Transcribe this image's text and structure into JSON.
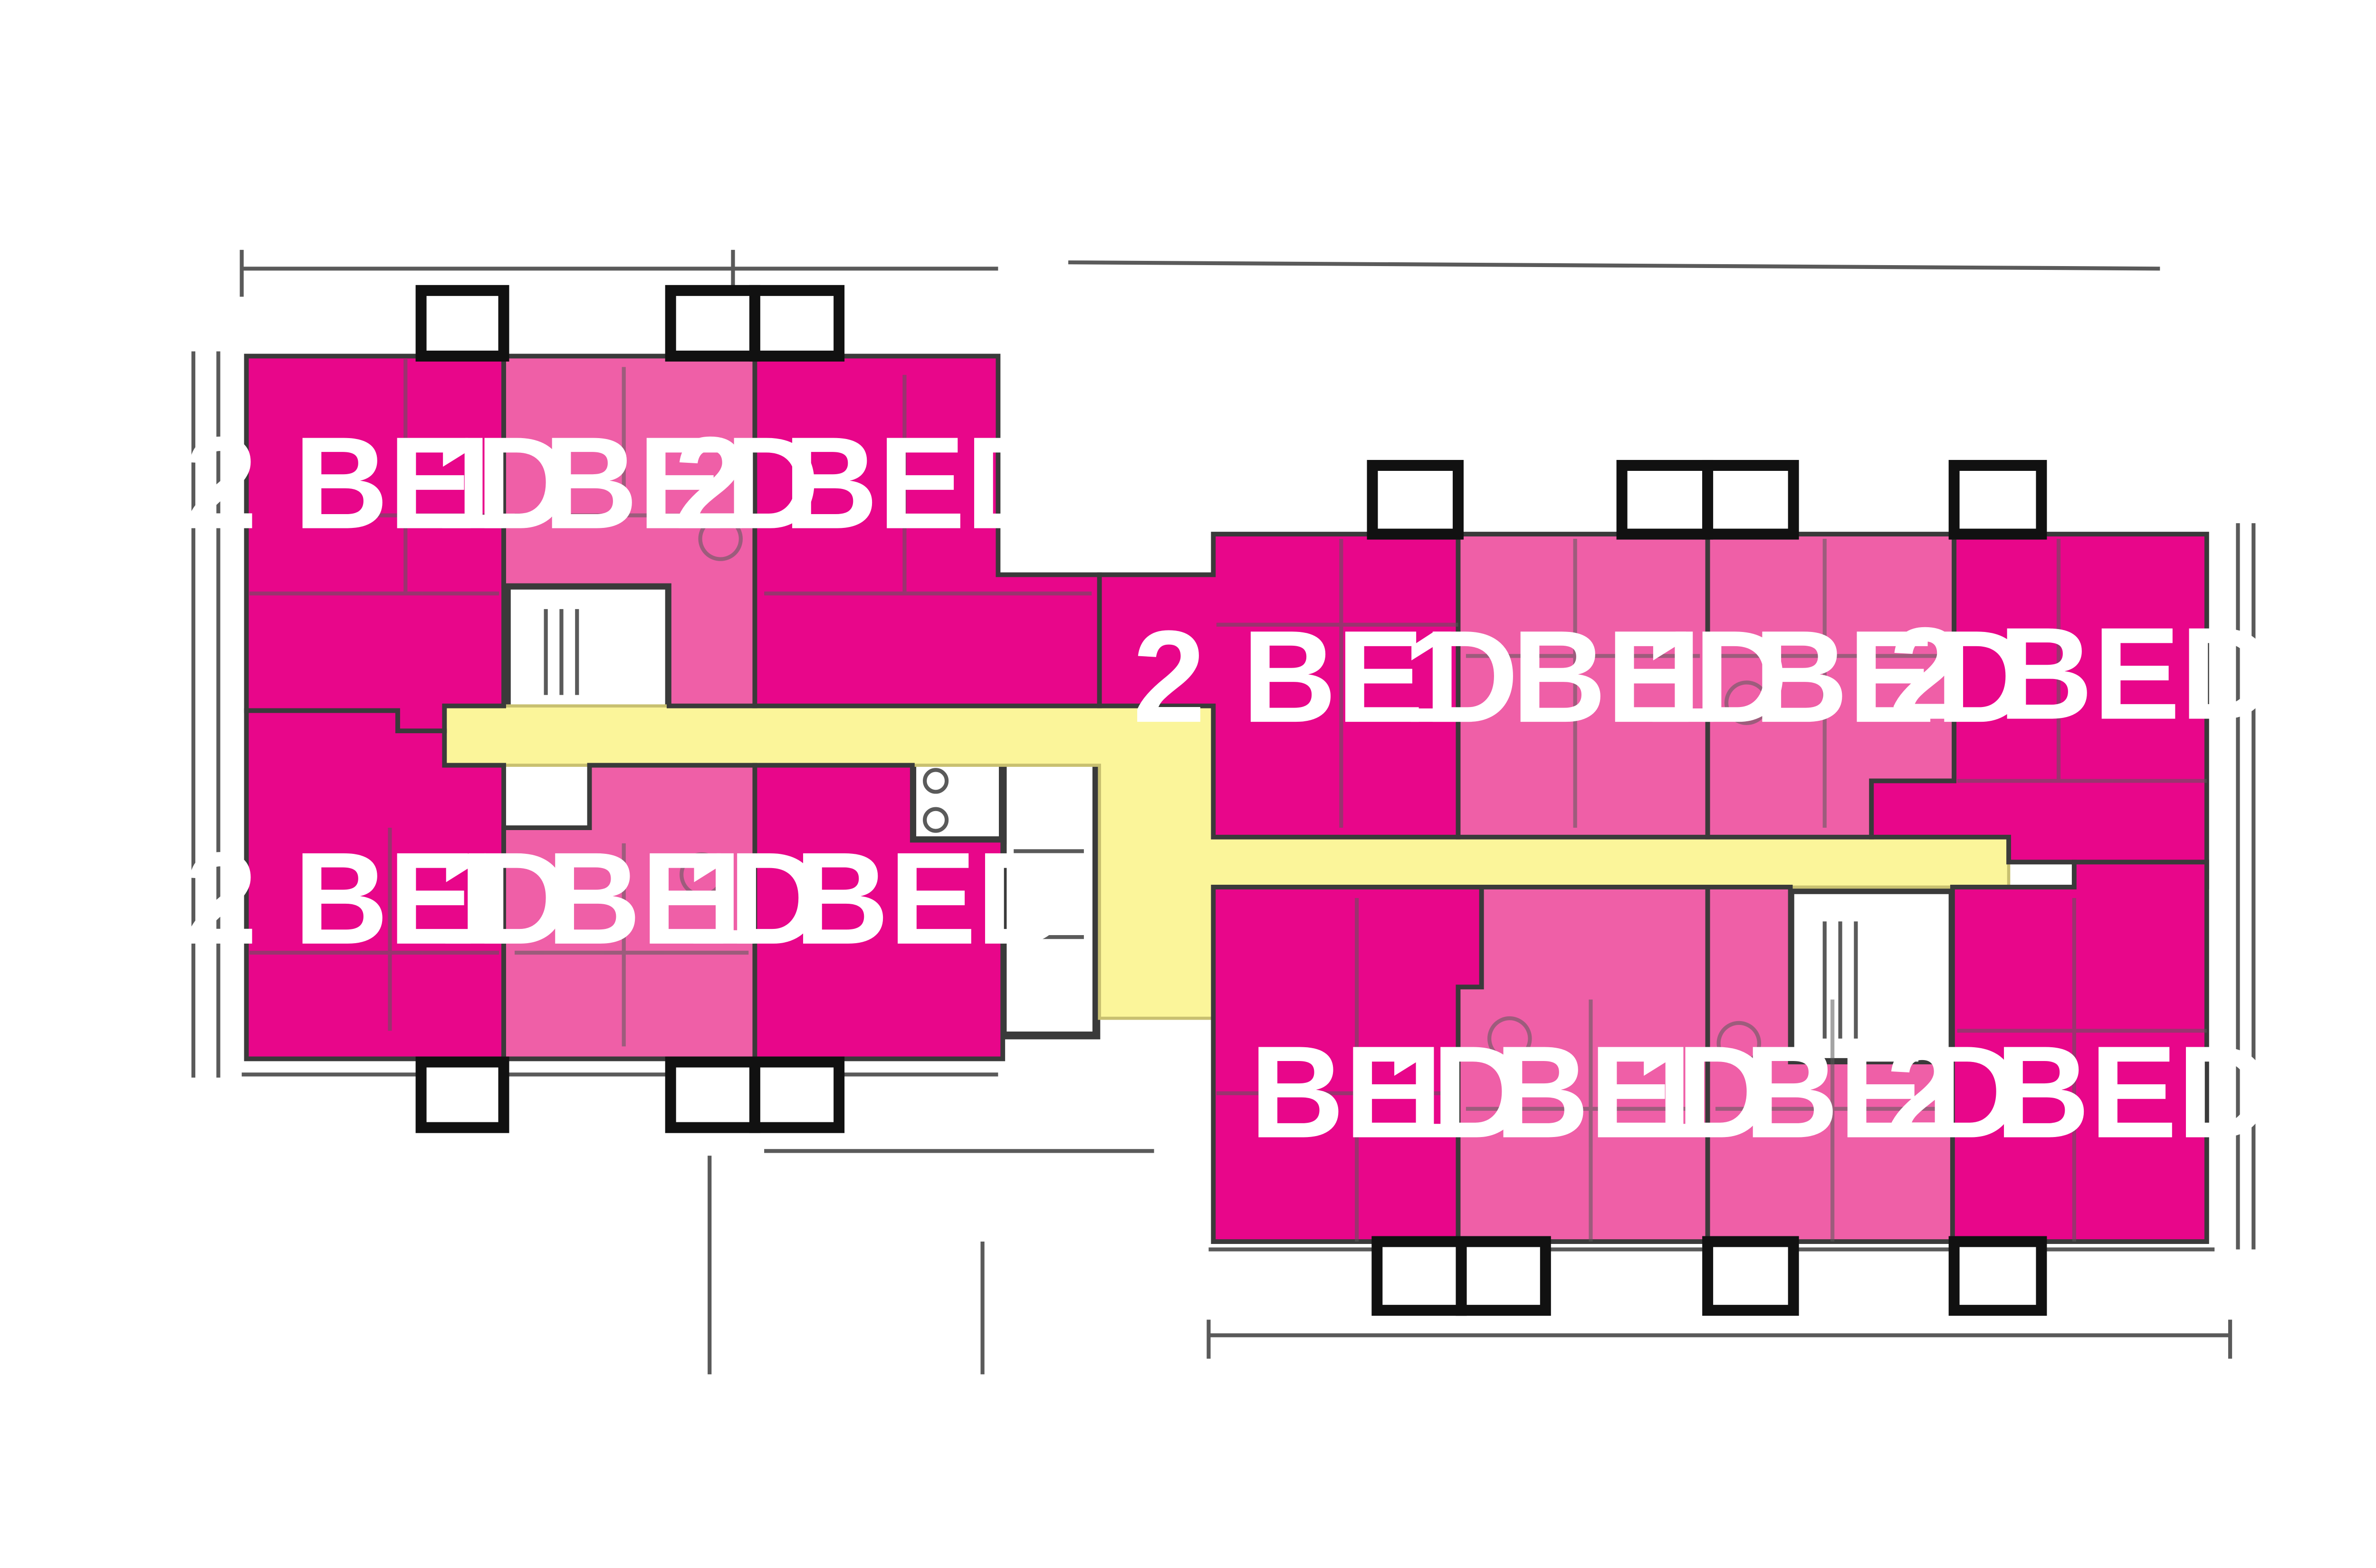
{
  "title": "",
  "colors": {
    "two_bed": "#e8068a",
    "one_bed": "#ef5fa7",
    "corridor": "#fbf59a",
    "linework": "#3a3a3a",
    "balcony_outline": "#111111"
  },
  "units": [
    {
      "id": "w-top-1",
      "label": "2 BED",
      "type": "two_bed"
    },
    {
      "id": "w-top-2",
      "label": "1 BED",
      "type": "one_bed"
    },
    {
      "id": "w-top-3",
      "label": "2 BED",
      "type": "two_bed"
    },
    {
      "id": "w-bot-1",
      "label": "2 BED",
      "type": "two_bed"
    },
    {
      "id": "w-bot-2",
      "label": "1 BED",
      "type": "one_bed"
    },
    {
      "id": "w-bot-3",
      "label": "1 BED",
      "type": "two_bed"
    },
    {
      "id": "e-top-1",
      "label": "2 BED",
      "type": "two_bed"
    },
    {
      "id": "e-top-2",
      "label": "1 BED",
      "type": "one_bed"
    },
    {
      "id": "e-top-3",
      "label": "1 BED",
      "type": "one_bed"
    },
    {
      "id": "e-top-4",
      "label": "2 BED",
      "type": "two_bed"
    },
    {
      "id": "e-bot-1",
      "label": "2 BED",
      "type": "two_bed"
    },
    {
      "id": "e-bot-2",
      "label": "1 BED",
      "type": "one_bed"
    },
    {
      "id": "e-bot-3",
      "label": "1 BED",
      "type": "one_bed"
    },
    {
      "id": "e-bot-4",
      "label": "2 BED",
      "type": "two_bed"
    }
  ]
}
